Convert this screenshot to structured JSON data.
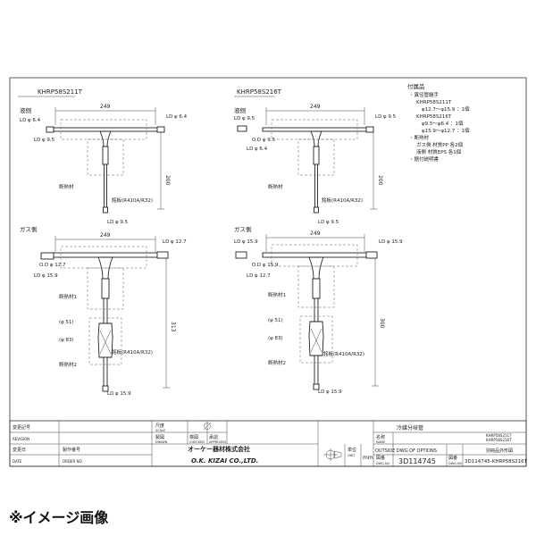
{
  "drawings": {
    "left": {
      "model": "KHRP58S211T",
      "liquid": {
        "section": "液側",
        "width_dim": "249",
        "height_dim": "200",
        "ld_top_left": "LD φ 6.4",
        "ld_top_right": "LD φ 6.4",
        "ld_left_mid": "LD φ 9.5",
        "ld_bottom": "LD φ 9.5",
        "insulation": "断熱材",
        "nameplate": "銘板(R410A/R32)"
      },
      "gas": {
        "section": "ガス側",
        "width_dim": "249",
        "height_dim": "313",
        "ld_top_right": "LD φ 12.7",
        "od_left": "O.D φ 12.7",
        "ld_left": "LD φ 15.9",
        "insulation1": "断熱材1",
        "d51": "(φ 51)",
        "d83": "(φ 83)",
        "insulation2": "断熱材2",
        "nameplate": "銘板(R410A/R32)",
        "ld_bottom": "LD φ 15.9"
      }
    },
    "right": {
      "model": "KHRP58S216T",
      "liquid": {
        "section": "液側",
        "width_dim": "249",
        "height_dim": "200",
        "ld_top_left": "LD φ 9.5",
        "ld_top_right": "LD φ 9.5",
        "od_left": "O.D φ 9.5",
        "ld_left": "LD φ 6.4",
        "ld_bottom": "LD φ 9.5",
        "insulation": "断熱材",
        "nameplate": "銘板(R410A/R32)"
      },
      "gas": {
        "section": "ガス側",
        "width_dim": "249",
        "height_dim": "300",
        "ld_top_left": "LD φ 15.9",
        "ld_top_right": "LD φ 15.9",
        "od_left": "O.D φ 15.9",
        "ld_left": "LD φ 12.7",
        "insulation1": "断熱材1",
        "d51": "(φ 51)",
        "d83": "(φ 83)",
        "insulation2": "断熱材2",
        "nameplate": "銘板(R410A/R32)",
        "ld_bottom": "LD φ 15.9"
      }
    }
  },
  "notes": {
    "title": "付属品",
    "lines": [
      "・異径管継手",
      "KHRP58S211T",
      "φ12.7～φ15.9 ：1個",
      "KHRP58S216T",
      "φ9.5～φ6.4 ：1個",
      "φ15.9～φ12.7 ：1個",
      "・断熱材",
      "ガス側 材質PP 各2個",
      "液側 材質EPS 各1個",
      "・据付説明書"
    ]
  },
  "title_block": {
    "company_jp": "オーケー器材株式会社",
    "company_en": "O.K. KIZAI CO.,LTD.",
    "row_labels": [
      "尺度",
      "製図",
      "検図",
      "承認"
    ],
    "row_labels_en": [
      "SCALE",
      "DRAWN",
      "CHECKED",
      "APPROVED"
    ],
    "left_labels": [
      "変更記号",
      "変更日",
      "製作番号"
    ],
    "left_labels_en": [
      "REVISION",
      "DATE",
      "ORDER NO."
    ],
    "unit_label": "単位",
    "unit_en": "UNIT",
    "unit_value": "mm",
    "name_label": "名称",
    "name_en": "NAME",
    "name_jp": "冷媒分岐管",
    "name_value_en": "OUTSIDE DWG OF OPTIONS",
    "model_list": "KHRP58S211T",
    "model_list2": "KHRP58S216T",
    "separate_dwg": "別冊品外形図",
    "dwg_no_label": "図番",
    "dwg_no_en": "DWG.NO",
    "dwg_no": "3D114745",
    "dwg_no_label2": "図番",
    "dwg_no_en2": "DWG.NO",
    "dwg_no_full": "3D114745-KHRP58S216T"
  },
  "caption": "※イメージ画像"
}
